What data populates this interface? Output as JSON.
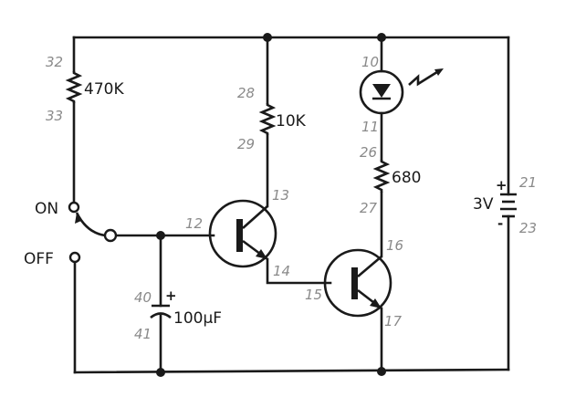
{
  "diagram": {
    "type": "circuit-schematic",
    "description": "Two-transistor LED timer circuit with on/off switch",
    "components": {
      "r1": {
        "value": "470K",
        "pin_a": "32",
        "pin_b": "33"
      },
      "r2": {
        "value": "10K",
        "pin_a": "28",
        "pin_b": "29"
      },
      "r3": {
        "value": "680",
        "pin_a": "26",
        "pin_b": "27"
      },
      "led": {
        "pin_anode": "10",
        "pin_cathode": "11"
      },
      "q1": {
        "base": "12",
        "collector": "13",
        "emitter": "14"
      },
      "q2": {
        "base": "15",
        "collector": "16",
        "emitter": "17"
      },
      "c1": {
        "value": "100μF",
        "polarity": "+",
        "pin_a": "40",
        "pin_b": "41"
      },
      "battery": {
        "value": "3V",
        "plus": "+",
        "minus": "-",
        "pin_plus": "21",
        "pin_minus": "23"
      },
      "switch": {
        "on_label": "ON",
        "off_label": "OFF"
      }
    }
  }
}
